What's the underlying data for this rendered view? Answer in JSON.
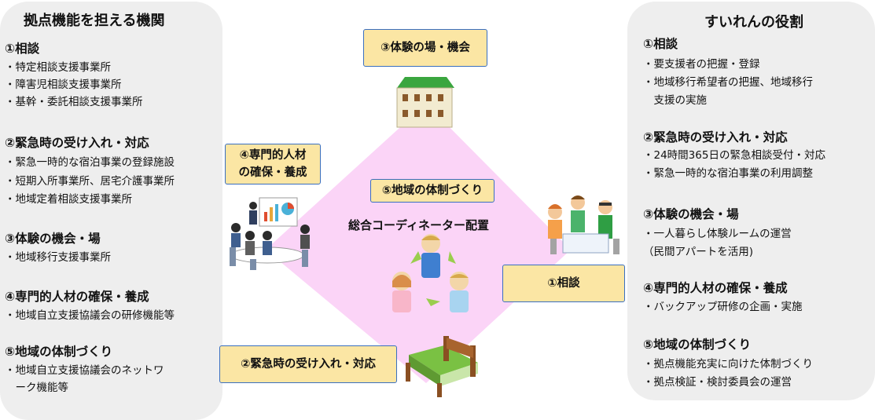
{
  "left_panel": {
    "title": "拠点機能を担える機関",
    "sections": [
      {
        "heading": "①相談",
        "items": [
          "・特定相談支援事業所",
          "・障害児相談支援事業所",
          "・基幹・委託相談支援事業所"
        ]
      },
      {
        "heading": "②緊急時の受け入れ・対応",
        "items": [
          "・緊急一時的な宿泊事業の登録施設",
          "・短期入所事業所、居宅介護事業所",
          "・地域定着相談支援事業所"
        ]
      },
      {
        "heading": "③体験の機会・場",
        "items": [
          "・地域移行支援事業所"
        ]
      },
      {
        "heading": "④専門的人材の確保・養成",
        "items": [
          "・地域自立支援協議会の研修機能等"
        ]
      },
      {
        "heading": "⑤地域の体制づくり",
        "items": [
          "・地域自立支援協議会のネットワ",
          "　ーク機能等"
        ]
      }
    ]
  },
  "right_panel": {
    "title": "すいれんの役割",
    "sections": [
      {
        "heading": "①相談",
        "items": [
          "・要支援者の把握・登録",
          "・地域移行希望者の把握、地域移行",
          "　支援の実施"
        ]
      },
      {
        "heading": "②緊急時の受け入れ・対応",
        "items": [
          "・24時間365日の緊急相談受付・対応",
          "・緊急一時的な宿泊事業の利用調整"
        ]
      },
      {
        "heading": "③体験の機会・場",
        "items": [
          "・一人暮らし体験ルームの運営",
          "（民間アパートを活用)"
        ]
      },
      {
        "heading": "④専門的人材の確保・養成",
        "items": [
          "・バックアップ研修の企画・実施"
        ]
      },
      {
        "heading": "⑤地域の体制づくり",
        "items": [
          "・拠点機能充実に向けた体制づくり",
          "・拠点検証・検討委員会の運営"
        ]
      }
    ]
  },
  "center": {
    "box_experience": "③体験の場・機会",
    "box_specialist_l1": "④専門的人材",
    "box_specialist_l2": "の確保・養成",
    "box_community": "⑤地域の体制づくり",
    "box_consult": "①相談",
    "box_emergency": "②緊急時の受け入れ・対応",
    "coordinator": "総合コーディネーター配置"
  },
  "colors": {
    "panel_bg": "#eeeeee",
    "diamond_fill": "#fbd4f7",
    "box_fill": "#fbe6a4",
    "box_border": "#3a6fbf",
    "arrow_green": "#9acd4e"
  }
}
